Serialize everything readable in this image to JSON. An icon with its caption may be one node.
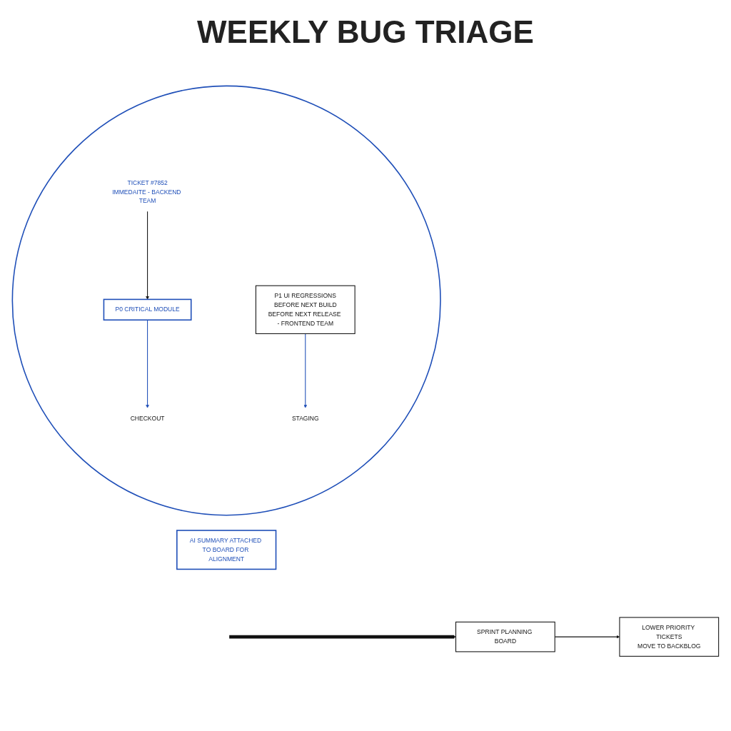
{
  "diagram": {
    "title": "WEEKLY BUG TRIAGE",
    "nodes": [
      {
        "text": [],
        "shape": "circle"
      },
      {
        "text": [
          "P0 CRITICAL MODULE"
        ],
        "in": 0
      },
      {
        "text": [
          "CHECKOUT"
        ],
        "in": 0
      },
      {
        "text": [
          "TICKET #7852",
          "IMMEDAITE - BACKEND TEAM"
        ],
        "in": 0
      },
      {
        "text": [
          "P1 UI REGRESSIONS",
          "BEFORE NEXT BUILD",
          "BEFORE NEXT RELEASE - FRONTEND TEAM"
        ],
        "in": 0
      },
      {
        "text": [
          "STAGING"
        ],
        "in": 0
      },
      {
        "text": [
          "SPRINT PLANNING BOARD"
        ]
      },
      {
        "text": [
          "LOWER PRIORITY TICKETS",
          "MOVE TO BACKBLOG"
        ]
      },
      {
        "text": [
          "AI SUMMARY ATTACHED TO BOARD FOR ALIGNMENT"
        ]
      }
    ],
    "edges": [
      {
        "from": 3,
        "to": 1,
        "arrow": "to"
      },
      {
        "from": 1,
        "to": 2,
        "arrow": "to",
        "color": "#1f4fb8"
      },
      {
        "from": 4,
        "to": 5,
        "arrow": "to",
        "color": "#1f4fb8"
      },
      {
        "from": null,
        "to": 6,
        "arrow": "to",
        "style": "thick"
      },
      {
        "from": 6,
        "to": 7,
        "arrow": "to"
      }
    ]
  }
}
